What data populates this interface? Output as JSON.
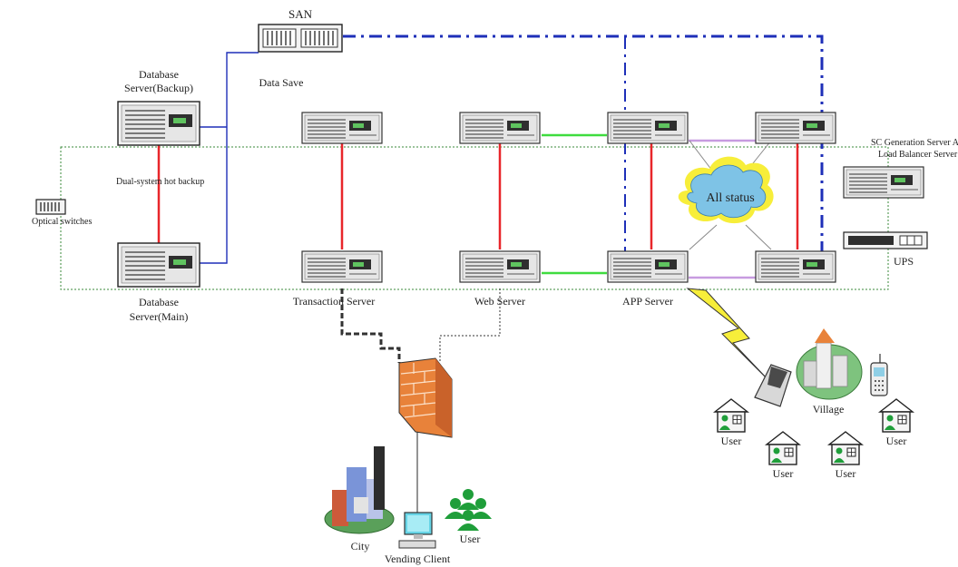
{
  "labels": {
    "san": "SAN",
    "data_save": "Data Save",
    "db_backup_line1": "Database",
    "db_backup_line2": "Server(Backup)",
    "db_main_line1": "Database",
    "db_main_line2": "Server(Main)",
    "dual_backup": "Dual-system hot backup",
    "optical": "Optical switches",
    "transaction": "Transaction Server",
    "web": "Web Server",
    "app": "APP Server",
    "sc_gen_line1": "SC Generation Server A",
    "sc_gen_line2": "Load Balancer Server",
    "ups": "UPS",
    "all_status": "All status",
    "village": "Village",
    "user": "User",
    "city": "City",
    "vending": "Vending Client"
  },
  "colors": {
    "redundancy_link": "#e8262a",
    "san_link": "#1e2fb8",
    "web_app_link": "#3fdc3f",
    "app_balancer_link": "#c79be0",
    "lan_boundary": "#3a8a3a",
    "cloud_fill": "#7ec3e6",
    "cloud_glow": "#f7ee3a",
    "firewall": "#e8823a",
    "user_icon": "#1f9e3a"
  }
}
